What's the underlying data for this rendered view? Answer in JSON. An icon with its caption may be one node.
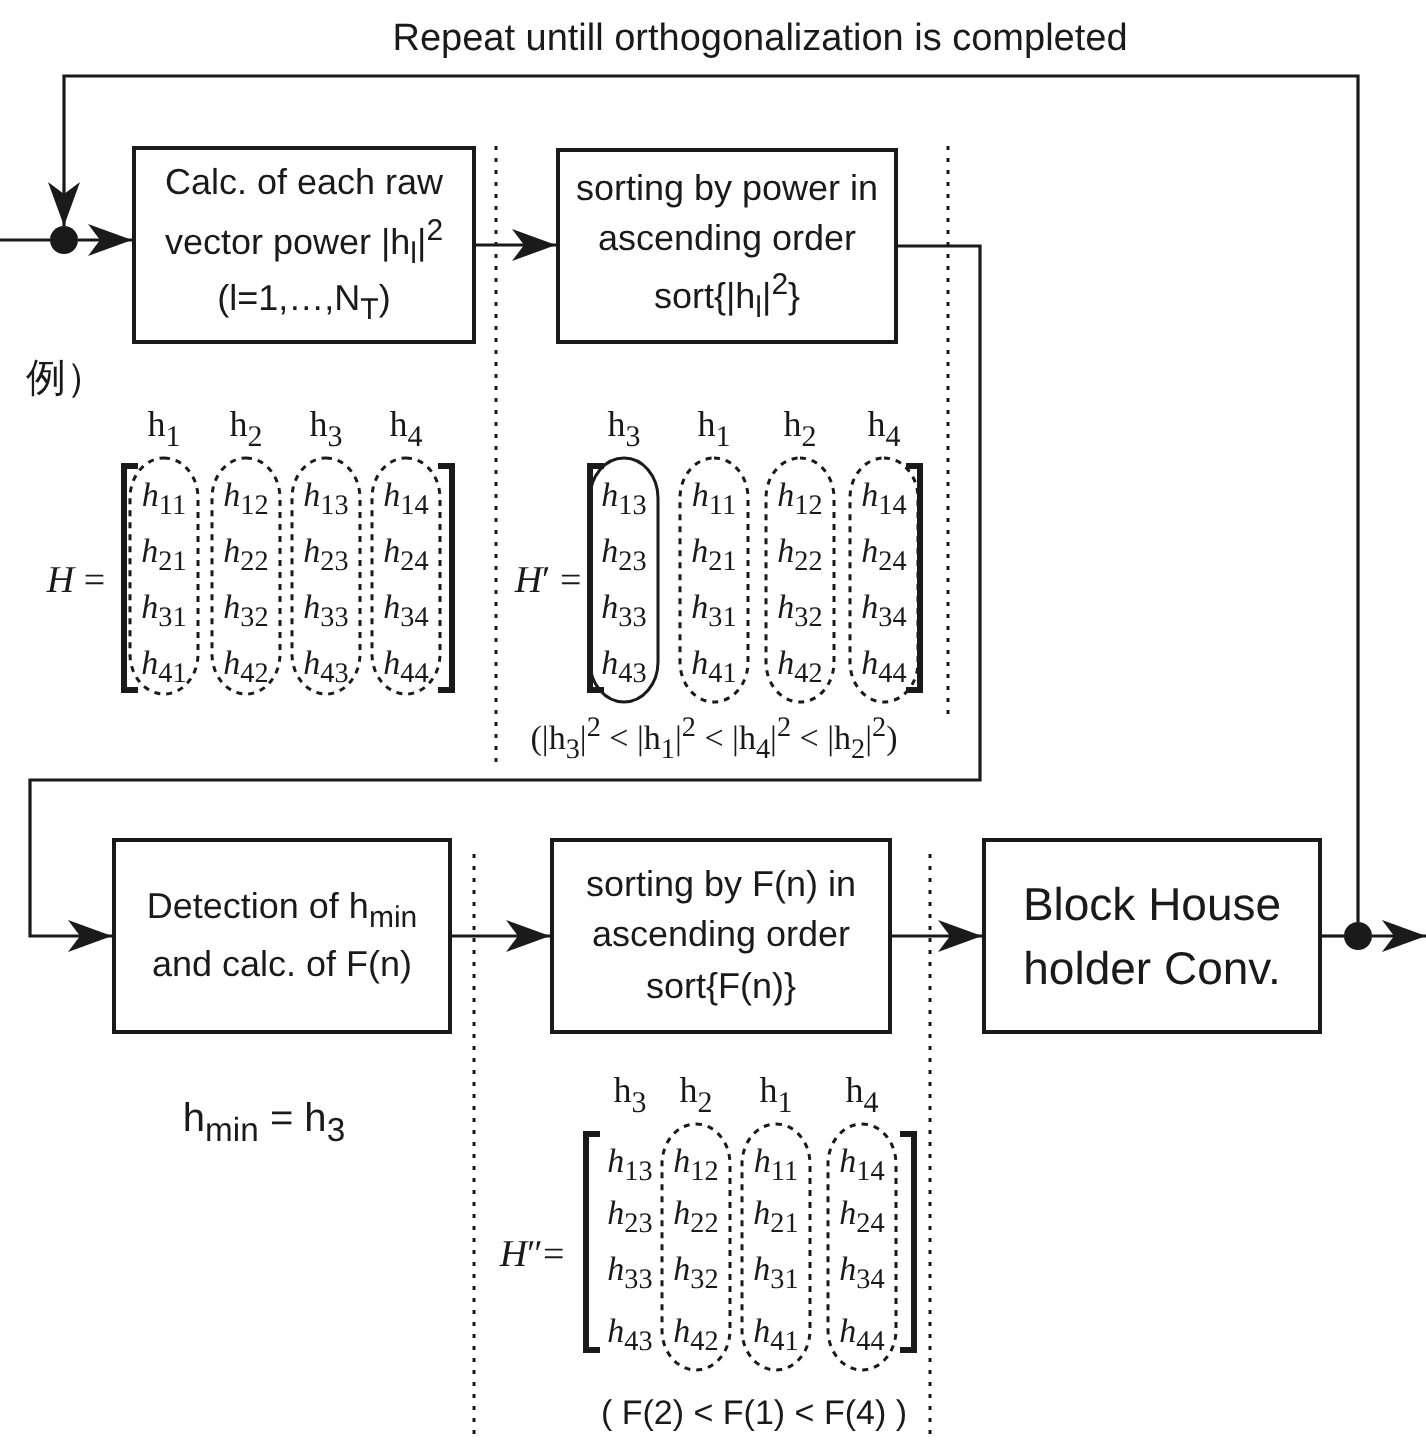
{
  "diagram": {
    "nodes": [
      {
        "text": [
          "Calc. of each raw vector power |h$_{l}$|$^{2}$ (l=1,…,N$_{T}$)"
        ]
      },
      {
        "text": [
          "sorting by power in ascending order sort{|h$_{l}$|$^{2}$}"
        ]
      },
      {
        "text": [
          "Detection of h$_{min}$ and calc. of F(n)"
        ]
      },
      {
        "text": [
          "sorting by F(n) in ascending order sort{F(n)}"
        ]
      },
      {
        "text": [
          "Block House holder Conv."
        ]
      },
      {
        "text": [],
        "shape": "circle"
      },
      {
        "text": [],
        "shape": "circle"
      }
    ],
    "edges": [
      {
        "from": null,
        "to": 5,
        "arrow": "none"
      },
      {
        "from": 5,
        "to": 0,
        "arrow": "to"
      },
      {
        "from": 0,
        "to": 1,
        "arrow": "to"
      },
      {
        "from": 1,
        "to": 2,
        "arrow": "to"
      },
      {
        "from": 2,
        "to": 3,
        "arrow": "to"
      },
      {
        "from": 3,
        "to": 4,
        "arrow": "to"
      },
      {
        "from": 4,
        "to": 6,
        "arrow": "none"
      },
      {
        "from": 6,
        "to": null,
        "arrow": "to"
      },
      {
        "from": 6,
        "to": 5,
        "arrow": "to",
        "label": "Repeat untill orthogonalization is completed"
      }
    ],
    "labels": [
      "例）",
      "h$_{1}$",
      "h$_{2}$",
      "h$_{3}$",
      "h$_{4}$",
      "*H* =",
      "*h*$_{11}$",
      "*h*$_{12}$",
      "*h*$_{13}$",
      "*h*$_{14}$",
      "*h*$_{21}$",
      "*h*$_{22}$",
      "*h*$_{23}$",
      "*h*$_{24}$",
      "*h*$_{31}$",
      "*h*$_{32}$",
      "*h*$_{33}$",
      "*h*$_{34}$",
      "*h*$_{41}$",
      "*h*$_{42}$",
      "*h*$_{43}$",
      "*h*$_{44}$",
      "h$_{3}$",
      "h$_{1}$",
      "h$_{2}$",
      "h$_{4}$",
      "*H*′ =",
      "*h*$_{13}$",
      "*h*$_{11}$",
      "*h*$_{12}$",
      "*h*$_{14}$",
      "*h*$_{23}$",
      "*h*$_{21}$",
      "*h*$_{22}$",
      "*h*$_{24}$",
      "*h*$_{33}$",
      "*h*$_{31}$",
      "*h*$_{32}$",
      "*h*$_{34}$",
      "*h*$_{43}$",
      "*h*$_{41}$",
      "*h*$_{42}$",
      "*h*$_{44}$",
      "(|h$_{3}$|$^{2}$ < |h$_{1}$|$^{2}$ < |h$_{4}$|$^{2}$ < |h$_{2}$|$^{2}$)",
      "h$_{min}$ = h$_{3}$",
      "h$_{3}$",
      "h$_{2}$",
      "h$_{1}$",
      "h$_{4}$",
      "*H*″=",
      "*h*$_{13}$",
      "*h*$_{12}$",
      "*h*$_{11}$",
      "*h*$_{14}$",
      "*h*$_{23}$",
      "*h*$_{22}$",
      "*h*$_{21}$",
      "*h*$_{24}$",
      "*h*$_{33}$",
      "*h*$_{32}$",
      "*h*$_{31}$",
      "*h*$_{34}$",
      "*h*$_{43}$",
      "*h*$_{42}$",
      "*h*$_{41}$",
      "*h*$_{44}$",
      "( F(2) < F(1) < F(4) )"
    ]
  }
}
